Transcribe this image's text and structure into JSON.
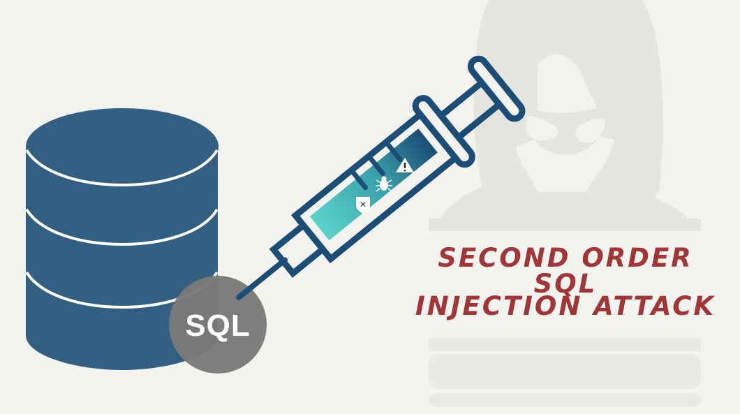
{
  "title": {
    "line1": "SECOND ORDER SQL",
    "line2": "INJECTION ATTACK"
  },
  "badge": {
    "label": "SQL"
  },
  "icons": [
    "database-icon",
    "syringe-icon",
    "hacker-silhouette-icon",
    "shield-icon",
    "bug-icon",
    "warning-icon"
  ],
  "colors": {
    "background": "#f3f3ef",
    "database": "#325f82",
    "syringe_outline": "#1b4d76",
    "liquid_start": "#5bd3cb",
    "liquid_end": "#1b4d76",
    "badge": "#7a7a78",
    "title": "#a23535",
    "silhouette": "#e6e6e1"
  }
}
